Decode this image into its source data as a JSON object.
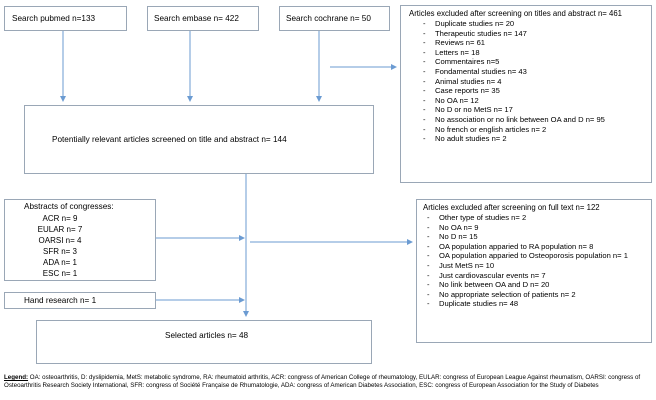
{
  "search": {
    "pubmed": "Search pubmed n=133",
    "embase": "Search embase n= 422",
    "cochrane": "Search cochrane n= 50"
  },
  "screened": "Potentially relevant articles screened on title and abstract n= 144",
  "excluded_title": {
    "heading": "Articles excluded after screening on titles and abstract n= 461",
    "items": [
      "Duplicate studies n= 20",
      "Therapeutic studies n= 147",
      "Reviews n= 61",
      "Letters n= 18",
      "Commentaires n=5",
      "Fondamental studies n= 43",
      "Animal studies n= 4",
      "Case reports n= 35",
      "No OA n= 12",
      "No D or no MetS  n= 17",
      "No association or no link between OA and D n= 95",
      "No french or english articles n= 2",
      "No adult studies n= 2"
    ]
  },
  "congresses": {
    "heading": "Abstracts of congresses:",
    "items": [
      "ACR n= 9",
      "EULAR n= 7",
      "OARSI n= 4",
      "SFR n= 3",
      "ADA n= 1",
      "ESC n= 1"
    ]
  },
  "hand_research": "Hand research n= 1",
  "selected": "Selected articles n= 48",
  "excluded_full": {
    "heading": "Articles excluded after screening on full text n= 122",
    "items": [
      "Other type of studies n= 2",
      "No OA n= 9",
      "No D n= 15",
      "OA population apparied to RA population n= 8",
      "OA population apparied to Osteoporosis population n= 1",
      "Just MetS n= 10",
      "Just cardiovascular events n= 7",
      "No link between OA and D n= 20",
      "No appropriate selection of patients n= 2",
      "Duplicate studies n= 48"
    ]
  },
  "legend": {
    "label": "Legend:",
    "text": " OA: osteoarthritis, D: dyslipidemia, MetS: metabolic syndrome, RA: rheumatoid arthritis, ACR:  congress of American College of rheumatology, EULAR:  congress of European League Against rheumatism, OARSI: congress of Osteoarthritis Research Society International, SFR:  congress of Société Française de Rhumatologie,  ADA: congress of American Diabetes Association, ESC: congress of European  Association for the Study of Diabetes"
  },
  "colors": {
    "box_border": "#9aa7b6",
    "arrow": "#6b9bd2"
  }
}
